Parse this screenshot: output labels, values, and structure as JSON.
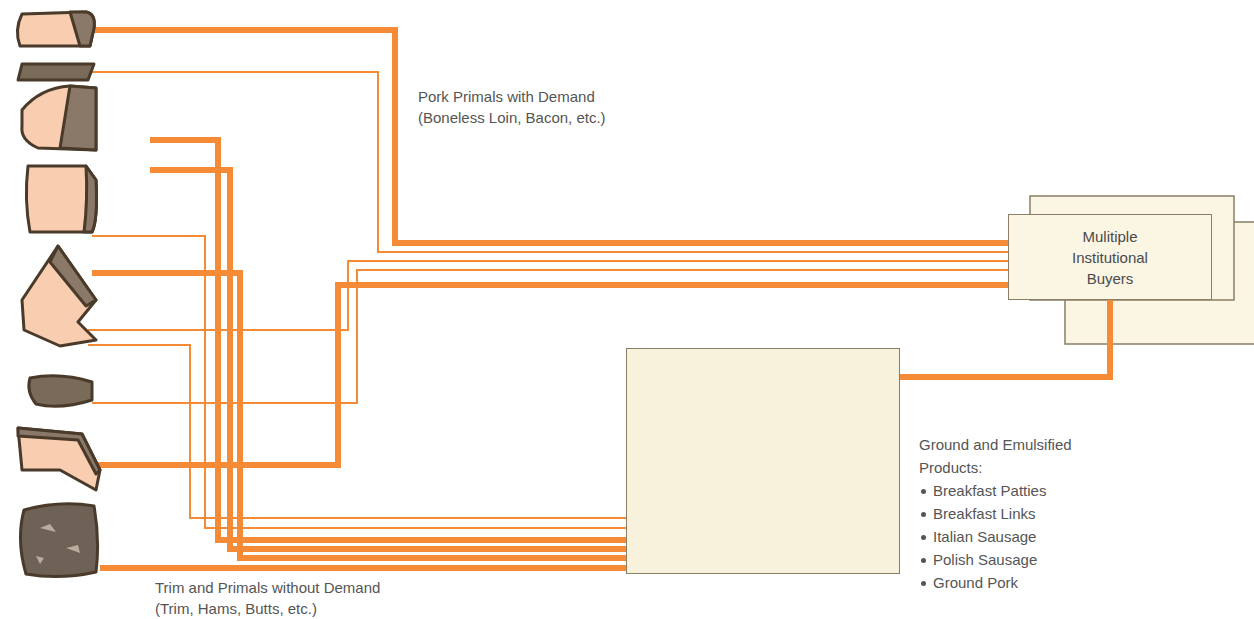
{
  "diagram": {
    "nodes": [
      {
        "text": [
          "Mulitiple Institutional Buyers"
        ]
      },
      {
        "text": [
          "Ground and Emulsified Products:",
          "Breakfast Patties",
          "Breakfast Links",
          "Italian Sausage",
          "Polish Sausage",
          "Ground Pork"
        ]
      }
    ],
    "edges": [
      {
        "from": 1,
        "to": 0,
        "arrow": "none"
      }
    ],
    "labels": [
      "Pork Primals with Demand (Boneless Loin, Bacon, etc.)",
      "Trim and Primals without Demand (Trim, Hams, Butts, etc.)"
    ]
  }
}
